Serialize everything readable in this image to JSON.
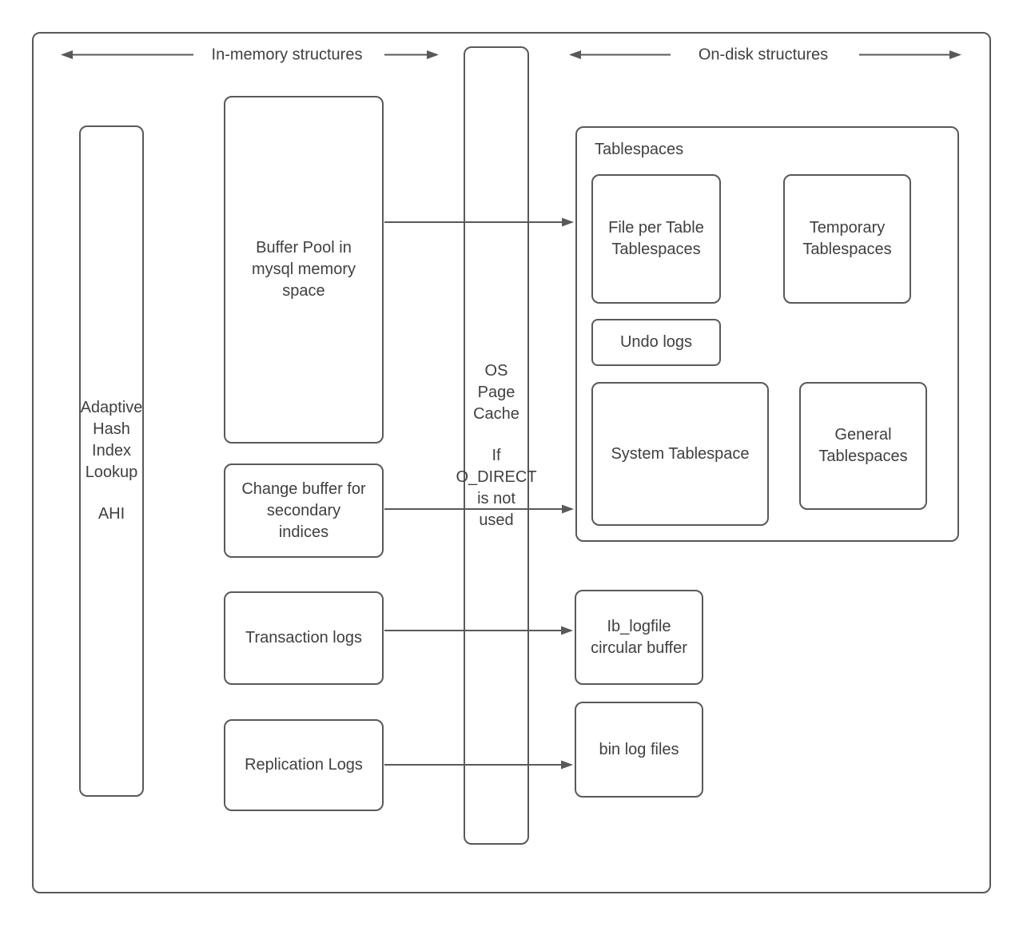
{
  "header": {
    "in_memory_label": "In-memory structures",
    "on_disk_label": "On-disk structures"
  },
  "in_memory": {
    "adaptive_hash": {
      "label": "Adaptive\nHash\nIndex\nLookup",
      "abbr": "AHI"
    },
    "buffer_pool": {
      "label": "Buffer Pool in\nmysql memory\nspace"
    },
    "change_buffer": {
      "label": "Change buffer for\nsecondary\nindices"
    },
    "transaction_logs": {
      "label": "Transaction logs"
    },
    "replication_logs": {
      "label": "Replication Logs"
    }
  },
  "os_page_cache": {
    "label": "OS\nPage\nCache",
    "note": "If\nO_DIRECT\nis not\nused"
  },
  "on_disk": {
    "tablespaces": {
      "label": "Tablespaces",
      "file_per_table": "File per Table\nTablespaces",
      "temporary": "Temporary\nTablespaces",
      "undo_logs": "Undo logs",
      "system": "System Tablespace",
      "general": "General\nTablespaces"
    },
    "ib_logfile": "Ib_logfile\ncircular buffer",
    "bin_log": "bin log files"
  },
  "colors": {
    "stroke": "#595959",
    "text": "#404040",
    "background": "#ffffff"
  }
}
